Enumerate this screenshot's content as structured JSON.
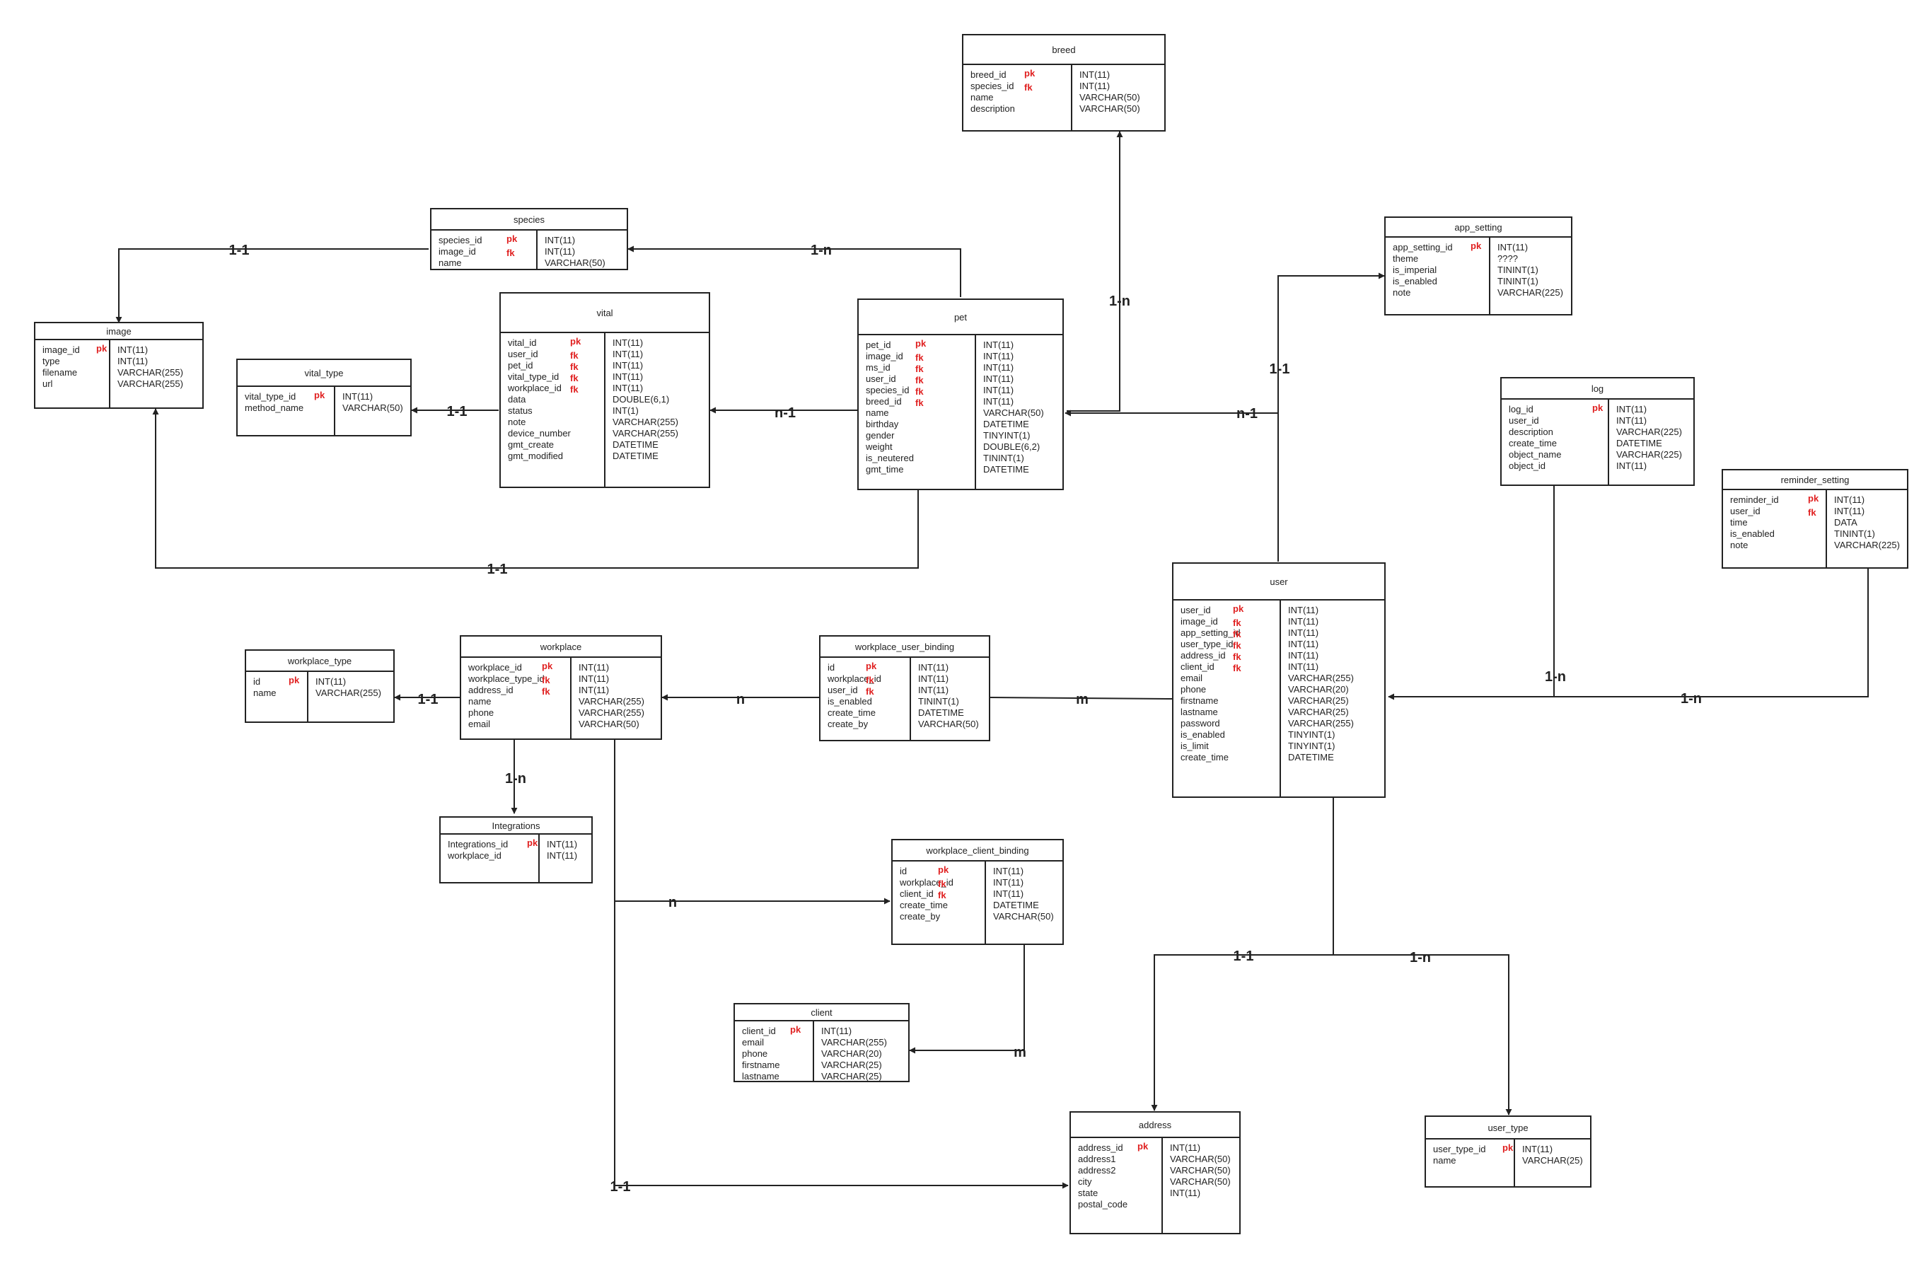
{
  "relationships": {
    "species_image": "1-1",
    "pet_species": "1-n",
    "pet_breed": "1-n",
    "pet_image": "1-1",
    "vital_type": "1-1",
    "pet_vital": "n-1",
    "user_pet": "n-1",
    "user_app_setting": "1-1",
    "user_log": "1-n",
    "user_reminder": "1-n",
    "workplace_type": "1-1",
    "workplace_binding_n": "n",
    "user_binding_m": "m",
    "workplace_integrations": "1-n",
    "workplace_client_binding_n": "n",
    "client_binding_m": "m",
    "workplace_address": "1-1",
    "user_address": "1-1",
    "user_user_type": "1-n"
  },
  "tables": {
    "breed": {
      "title": "breed",
      "rows": [
        {
          "name": "breed_id",
          "key": "pk",
          "type": "INT(11)"
        },
        {
          "name": "species_id",
          "key": "fk",
          "type": "INT(11)"
        },
        {
          "name": "name",
          "key": "",
          "type": "VARCHAR(50)"
        },
        {
          "name": "description",
          "key": "",
          "type": "VARCHAR(50)"
        }
      ]
    },
    "species": {
      "title": "species",
      "rows": [
        {
          "name": "species_id",
          "key": "pk",
          "type": "INT(11)"
        },
        {
          "name": "image_id",
          "key": "fk",
          "type": "INT(11)"
        },
        {
          "name": "name",
          "key": "",
          "type": "VARCHAR(50)"
        }
      ]
    },
    "image": {
      "title": "image",
      "rows": [
        {
          "name": "image_id",
          "key": "pk",
          "type": "INT(11)"
        },
        {
          "name": "type",
          "key": "",
          "type": "INT(11)"
        },
        {
          "name": "filename",
          "key": "",
          "type": "VARCHAR(255)"
        },
        {
          "name": "url",
          "key": "",
          "type": "VARCHAR(255)"
        }
      ]
    },
    "vital_type": {
      "title": "vital_type",
      "rows": [
        {
          "name": "vital_type_id",
          "key": "pk",
          "type": "INT(11)"
        },
        {
          "name": "method_name",
          "key": "",
          "type": "VARCHAR(50)"
        }
      ]
    },
    "vital": {
      "title": "vital",
      "rows": [
        {
          "name": "vital_id",
          "key": "pk",
          "type": "INT(11)"
        },
        {
          "name": "user_id",
          "key": "fk",
          "type": "INT(11)"
        },
        {
          "name": "pet_id",
          "key": "fk",
          "type": "INT(11)"
        },
        {
          "name": "vital_type_id",
          "key": "fk",
          "type": "INT(11)"
        },
        {
          "name": "workplace_id",
          "key": "fk",
          "type": "INT(11)"
        },
        {
          "name": "data",
          "key": "",
          "type": "DOUBLE(6,1)"
        },
        {
          "name": "status",
          "key": "",
          "type": "INT(1)"
        },
        {
          "name": "note",
          "key": "",
          "type": "VARCHAR(255)"
        },
        {
          "name": "device_number",
          "key": "",
          "type": "VARCHAR(255)"
        },
        {
          "name": "gmt_create",
          "key": "",
          "type": "DATETIME"
        },
        {
          "name": "gmt_modified",
          "key": "",
          "type": "DATETIME"
        }
      ]
    },
    "pet": {
      "title": "pet",
      "rows": [
        {
          "name": "pet_id",
          "key": "pk",
          "type": "INT(11)"
        },
        {
          "name": "image_id",
          "key": "fk",
          "type": "INT(11)"
        },
        {
          "name": "ms_id",
          "key": "fk",
          "type": "INT(11)"
        },
        {
          "name": "user_id",
          "key": "fk",
          "type": "INT(11)"
        },
        {
          "name": "species_id",
          "key": "fk",
          "type": "INT(11)"
        },
        {
          "name": "breed_id",
          "key": "fk",
          "type": "INT(11)"
        },
        {
          "name": "name",
          "key": "",
          "type": "VARCHAR(50)"
        },
        {
          "name": "birthday",
          "key": "",
          "type": "DATETIME"
        },
        {
          "name": "gender",
          "key": "",
          "type": "TINYINT(1)"
        },
        {
          "name": "weight",
          "key": "",
          "type": "DOUBLE(6,2)"
        },
        {
          "name": "is_neutered",
          "key": "",
          "type": "TININT(1)"
        },
        {
          "name": "gmt_time",
          "key": "",
          "type": "DATETIME"
        }
      ]
    },
    "app_setting": {
      "title": "app_setting",
      "rows": [
        {
          "name": "app_setting_id",
          "key": "pk",
          "type": "INT(11)"
        },
        {
          "name": "theme",
          "key": "",
          "type": "????"
        },
        {
          "name": "is_imperial",
          "key": "",
          "type": "TININT(1)"
        },
        {
          "name": "is_enabled",
          "key": "",
          "type": "TININT(1)"
        },
        {
          "name": "note",
          "key": "",
          "type": "VARCHAR(225)"
        }
      ]
    },
    "log": {
      "title": "log",
      "rows": [
        {
          "name": "log_id",
          "key": "pk",
          "type": "INT(11)"
        },
        {
          "name": "user_id",
          "key": "",
          "type": "INT(11)"
        },
        {
          "name": "description",
          "key": "",
          "type": "VARCHAR(225)"
        },
        {
          "name": "create_time",
          "key": "",
          "type": "DATETIME"
        },
        {
          "name": "object_name",
          "key": "",
          "type": "VARCHAR(225)"
        },
        {
          "name": "object_id",
          "key": "",
          "type": "INT(11)"
        }
      ]
    },
    "reminder_setting": {
      "title": "reminder_setting",
      "rows": [
        {
          "name": "reminder_id",
          "key": "pk",
          "type": "INT(11)"
        },
        {
          "name": "user_id",
          "key": "fk",
          "type": "INT(11)"
        },
        {
          "name": "time",
          "key": "",
          "type": "DATA"
        },
        {
          "name": "is_enabled",
          "key": "",
          "type": "TININT(1)"
        },
        {
          "name": "note",
          "key": "",
          "type": "VARCHAR(225)"
        }
      ]
    },
    "user": {
      "title": "user",
      "rows": [
        {
          "name": "user_id",
          "key": "pk",
          "type": "INT(11)"
        },
        {
          "name": "image_id",
          "key": "fk",
          "type": "INT(11)"
        },
        {
          "name": "app_setting_id",
          "key": "fk",
          "type": "INT(11)"
        },
        {
          "name": "user_type_id",
          "key": "fk",
          "type": "INT(11)"
        },
        {
          "name": "address_id",
          "key": "fk",
          "type": "INT(11)"
        },
        {
          "name": "client_id",
          "key": "fk",
          "type": "INT(11)"
        },
        {
          "name": "email",
          "key": "",
          "type": "VARCHAR(255)"
        },
        {
          "name": "phone",
          "key": "",
          "type": "VARCHAR(20)"
        },
        {
          "name": "firstname",
          "key": "",
          "type": "VARCHAR(25)"
        },
        {
          "name": "lastname",
          "key": "",
          "type": "VARCHAR(25)"
        },
        {
          "name": "password",
          "key": "",
          "type": "VARCHAR(255)"
        },
        {
          "name": "is_enabled",
          "key": "",
          "type": "TINYINT(1)"
        },
        {
          "name": "is_limit",
          "key": "",
          "type": "TINYINT(1)"
        },
        {
          "name": "create_time",
          "key": "",
          "type": "DATETIME"
        }
      ]
    },
    "workplace_type": {
      "title": "workplace_type",
      "rows": [
        {
          "name": "id",
          "key": "pk",
          "type": "INT(11)"
        },
        {
          "name": "name",
          "key": "",
          "type": "VARCHAR(255)"
        }
      ]
    },
    "workplace": {
      "title": "workplace",
      "rows": [
        {
          "name": "workplace_id",
          "key": "pk",
          "type": "INT(11)"
        },
        {
          "name": "workplace_type_id",
          "key": "fk",
          "type": "INT(11)"
        },
        {
          "name": "address_id",
          "key": "fk",
          "type": "INT(11)"
        },
        {
          "name": "name",
          "key": "",
          "type": "VARCHAR(255)"
        },
        {
          "name": "phone",
          "key": "",
          "type": "VARCHAR(255)"
        },
        {
          "name": "email",
          "key": "",
          "type": "VARCHAR(50)"
        }
      ]
    },
    "workplace_user_binding": {
      "title": "workplace_user_binding",
      "rows": [
        {
          "name": "id",
          "key": "pk",
          "type": "INT(11)"
        },
        {
          "name": "workplace_id",
          "key": "fk",
          "type": "INT(11)"
        },
        {
          "name": "user_id",
          "key": "fk",
          "type": "INT(11)"
        },
        {
          "name": "is_enabled",
          "key": "",
          "type": "TININT(1)"
        },
        {
          "name": "create_time",
          "key": "",
          "type": "DATETIME"
        },
        {
          "name": "create_by",
          "key": "",
          "type": "VARCHAR(50)"
        }
      ]
    },
    "integrations": {
      "title": "Integrations",
      "rows": [
        {
          "name": "Integrations_id",
          "key": "pk",
          "type": "INT(11)"
        },
        {
          "name": "workplace_id",
          "key": "",
          "type": "INT(11)"
        }
      ]
    },
    "workplace_client_binding": {
      "title": "workplace_client_binding",
      "rows": [
        {
          "name": "id",
          "key": "pk",
          "type": "INT(11)"
        },
        {
          "name": "workplace_id",
          "key": "fk",
          "type": "INT(11)"
        },
        {
          "name": "client_id",
          "key": "fk",
          "type": "INT(11)"
        },
        {
          "name": "create_time",
          "key": "",
          "type": "DATETIME"
        },
        {
          "name": "create_by",
          "key": "",
          "type": "VARCHAR(50)"
        }
      ]
    },
    "client": {
      "title": "client",
      "rows": [
        {
          "name": "client_id",
          "key": "pk",
          "type": "INT(11)"
        },
        {
          "name": "email",
          "key": "",
          "type": "VARCHAR(255)"
        },
        {
          "name": "phone",
          "key": "",
          "type": "VARCHAR(20)"
        },
        {
          "name": "firstname",
          "key": "",
          "type": "VARCHAR(25)"
        },
        {
          "name": "lastname",
          "key": "",
          "type": "VARCHAR(25)"
        }
      ]
    },
    "address": {
      "title": "address",
      "rows": [
        {
          "name": "address_id",
          "key": "pk",
          "type": "INT(11)"
        },
        {
          "name": "address1",
          "key": "",
          "type": "VARCHAR(50)"
        },
        {
          "name": "address2",
          "key": "",
          "type": "VARCHAR(50)"
        },
        {
          "name": "city",
          "key": "",
          "type": "VARCHAR(50)"
        },
        {
          "name": "state",
          "key": "",
          "type": "INT(11)"
        },
        {
          "name": "postal_code",
          "key": "",
          "type": ""
        }
      ]
    },
    "user_type": {
      "title": "user_type",
      "rows": [
        {
          "name": "user_type_id",
          "key": "pk",
          "type": "INT(11)"
        },
        {
          "name": "name",
          "key": "",
          "type": "VARCHAR(25)"
        }
      ]
    }
  }
}
